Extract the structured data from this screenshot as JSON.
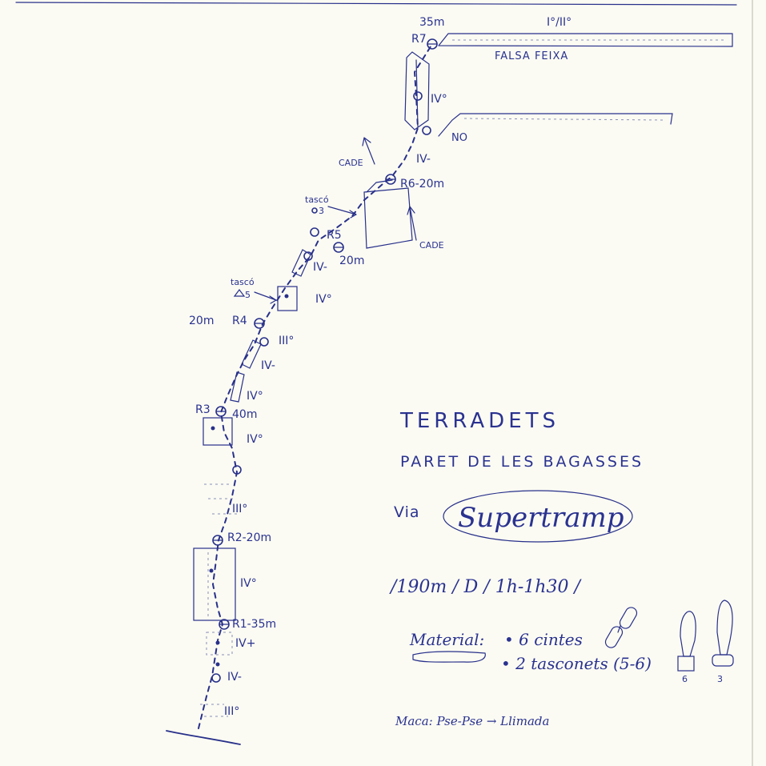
{
  "title": {
    "crag": "TERRADETS",
    "wall": "PARET DE LES BAGASSES",
    "route_prefix": "Via",
    "route_name": "Supertramp",
    "summary": "/190m / D / 1h-1h30 /"
  },
  "material": {
    "label": "Material:",
    "item1": "• 6 cintes",
    "item2": "• 2 tasconets (5-6)",
    "nut_sizes": [
      "6",
      "3"
    ]
  },
  "note": "Maca: Pse-Pse → Llimada",
  "top_labels": {
    "length_35": "35m",
    "r7": "R7",
    "grade_exit": "I°/II°",
    "falsa_feixa": "FALSA FEIXA",
    "no": "NO",
    "cade_left": "CADE",
    "cade_right": "CADE"
  },
  "belays": {
    "r6": "R6-20m",
    "r5": "R5",
    "r5_len": "20m",
    "r4": "R4",
    "r4_len": "20m",
    "r3": "R3",
    "r3_len": "40m",
    "r2": "R2-20m",
    "r1": "R1-35m"
  },
  "gear_notes": {
    "tasco_upper": "tascó",
    "tasco_upper_size": "3",
    "tasco_lower": "tascó",
    "tasco_lower_size": "5"
  },
  "grades": {
    "p7": "IV°",
    "p6": "IV-",
    "p5a": "IV-",
    "p5b": "IV°",
    "p4a": "III°",
    "p4b": "IV-",
    "p4c": "IV°",
    "p3": "IV°",
    "p3b": "III°",
    "p2": "IV°",
    "p1a": "IV+",
    "p1b": "IV-",
    "p1c": "III°"
  }
}
